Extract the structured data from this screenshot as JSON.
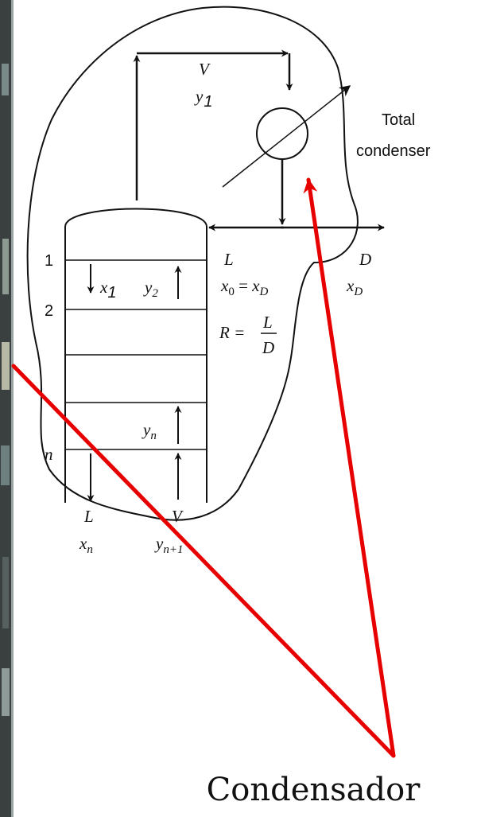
{
  "diagram": {
    "top_vapor": {
      "flow": "V",
      "composition": "y",
      "composition_sub": "1"
    },
    "condenser": {
      "line1": "Total",
      "line2": "condenser"
    },
    "reflux": {
      "flow": "L",
      "comp": "x",
      "comp_sub": "0",
      "eq": " = ",
      "comp2": "x",
      "comp2_sub": "D",
      "ratio_lhs": "R = ",
      "ratio_num": "L",
      "ratio_den": "D"
    },
    "distillate": {
      "flow": "D",
      "comp": "x",
      "comp_sub": "D"
    },
    "stages": {
      "stage1": "1",
      "stage2": "2",
      "stage_n": "n",
      "liquid_from_1": "x",
      "liquid_from_1_sub": "1",
      "vapor_to_1": "y",
      "vapor_to_1_sub": "2",
      "vapor_to_n_minus_1": "y",
      "vapor_to_n_minus_1_sub": "n"
    },
    "bottom": {
      "liquid_flow": "L",
      "liquid_comp": "x",
      "liquid_comp_sub": "n",
      "vapor_flow": "V",
      "vapor_comp": "y",
      "vapor_comp_sub": "n+1"
    }
  },
  "annotation": {
    "label": "Condensador",
    "color": "#e60000"
  }
}
